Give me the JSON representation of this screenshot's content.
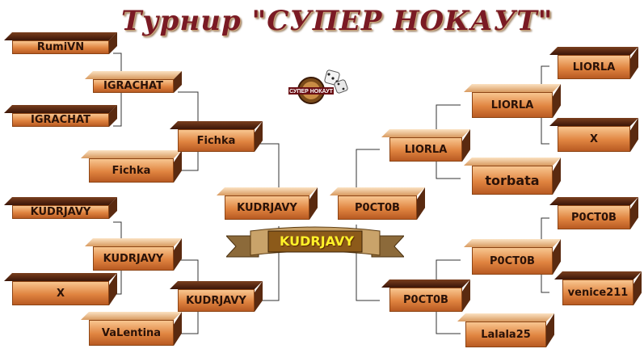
{
  "title": "Турнир  \"СУПЕР  НОКАУТ\"",
  "logo_text": "СУПЕР НОКАУТ",
  "winner": "KUDRJAVY",
  "left": {
    "round1": [
      "RumiVN",
      "IGRACHAT",
      "Fichka",
      "KUDRJAVY",
      "X",
      "VaLentina"
    ],
    "round2": [
      "IGRACHAT",
      "KUDRJAVY"
    ],
    "round3": [
      "Fichka",
      "KUDRJAVY"
    ],
    "final": "KUDRJAVY"
  },
  "right": {
    "round1": [
      "LIORLA",
      "X",
      "torbata",
      "P0CT0B",
      "venice211",
      "Lalala25"
    ],
    "round2": [
      "LIORLA",
      "P0CT0B"
    ],
    "round3": [
      "LIORLA",
      "P0CT0B"
    ],
    "final": "P0CT0B"
  },
  "colors": {
    "title": "#7a1a24",
    "box": "#e08440",
    "box_dark_top": "#3b1608",
    "banner": "#c9a36a",
    "winner_text": "#fff22a"
  }
}
